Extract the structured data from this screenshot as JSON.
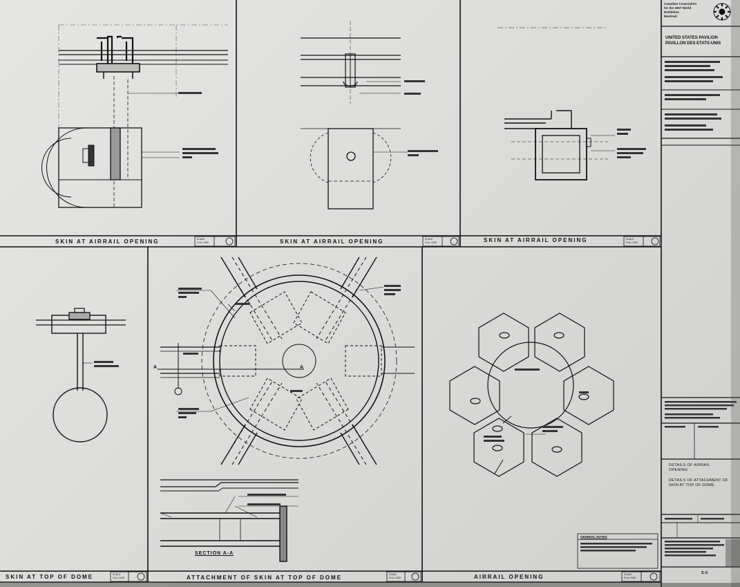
{
  "panels": {
    "p1_caption": "SKIN AT AIRRAIL OPENING",
    "p2_caption": "SKIN AT AIRRAIL OPENING",
    "p3_caption": "SKIN AT AIRRAIL OPENING",
    "p4_caption": "SKIN AT TOP OF DOME",
    "p5_caption": "ATTACHMENT OF SKIN AT TOP OF DOME",
    "p6_caption": "AIRRAIL OPENING",
    "scale_label": "SCALE",
    "scale_value": "FULL SIZE",
    "section_label": "SECTION A-A",
    "section_marker": "A"
  },
  "title_block": {
    "org_lines": [
      "Canadian Corporation",
      "for the 1967 World",
      "Exhibition",
      "Montreal"
    ],
    "project_title_en": "UNITED STATES PAVILION",
    "project_title_fr": "PAVILLON DES ETATS-UNIS",
    "sheet_title_1": "DETAILS OF AIRRAIL OPENING",
    "sheet_title_2": "DETAILS OF ATTACHMENT OF SKIN AT TOP OF DOME",
    "notes_heading": "GENERAL NOTES",
    "sheet_number": "S-5"
  }
}
